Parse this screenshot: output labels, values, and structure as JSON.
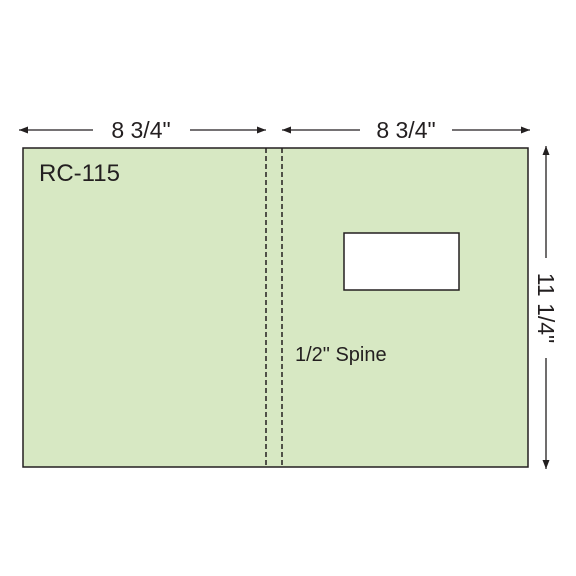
{
  "model_label": "RC-115",
  "dimensions": {
    "left_panel_width": "8 3/4\"",
    "right_panel_width": "8 3/4\"",
    "height": "11 1/4\""
  },
  "spine_label": "1/2\" Spine",
  "colors": {
    "panel_fill": "#d7e8c3",
    "outline": "#231f20",
    "window_fill": "#ffffff",
    "background": "#ffffff"
  }
}
